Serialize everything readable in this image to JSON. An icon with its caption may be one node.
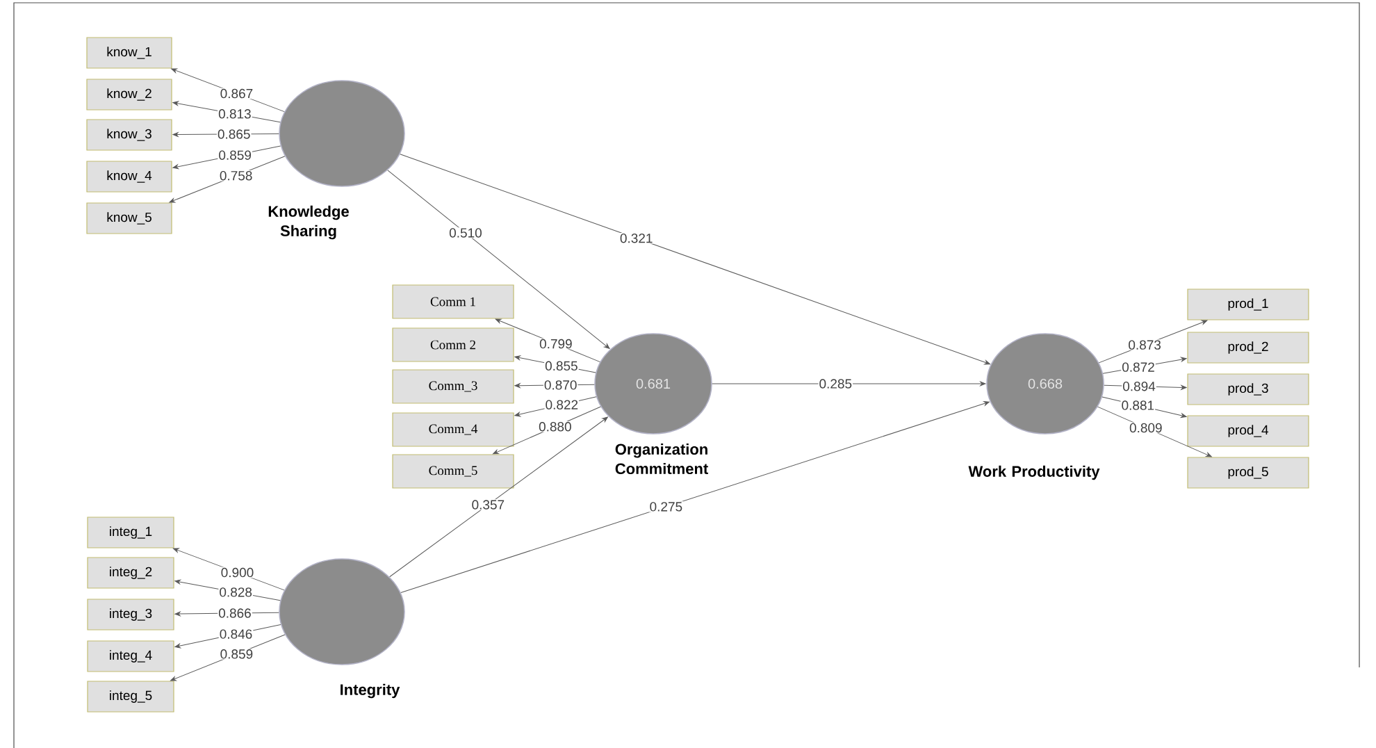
{
  "diagram": {
    "nodes": [
      {
        "text": [],
        "shape": "circle",
        "beside": [
          "Knowledge Sharing"
        ]
      },
      {
        "text": [
          "0.681"
        ],
        "beside": [
          "Organization Commitment"
        ]
      },
      {
        "text": [
          "0.668"
        ],
        "beside": [
          "Work Productivity"
        ]
      },
      {
        "text": [],
        "shape": "circle",
        "beside": [
          "Integrity"
        ]
      },
      {
        "text": [
          "know_1"
        ]
      },
      {
        "text": [
          "know_2"
        ]
      },
      {
        "text": [
          "know_3"
        ]
      },
      {
        "text": [
          "know_4"
        ]
      },
      {
        "text": [
          "know_5"
        ]
      },
      {
        "text": [
          "Comm 1"
        ]
      },
      {
        "text": [
          "Comm 2"
        ]
      },
      {
        "text": [
          "Comm_3"
        ]
      },
      {
        "text": [
          "Comm_4"
        ]
      },
      {
        "text": [
          "Comm_5"
        ]
      },
      {
        "text": [
          "integ_1"
        ]
      },
      {
        "text": [
          "integ_2"
        ]
      },
      {
        "text": [
          "integ_3"
        ]
      },
      {
        "text": [
          "integ_4"
        ]
      },
      {
        "text": [
          "integ_5"
        ]
      },
      {
        "text": [
          "prod_1"
        ]
      },
      {
        "text": [
          "prod_2"
        ]
      },
      {
        "text": [
          "prod_3"
        ]
      },
      {
        "text": [
          "prod_4"
        ]
      },
      {
        "text": [
          "prod_5"
        ]
      }
    ],
    "edges": [
      {
        "from": 0,
        "to": 1,
        "arrow": "to",
        "label": "0.510"
      },
      {
        "from": 0,
        "to": 2,
        "arrow": "to",
        "label": "0.321"
      },
      {
        "from": 1,
        "to": 2,
        "arrow": "to",
        "label": "0.285"
      },
      {
        "from": 3,
        "to": 1,
        "arrow": "to",
        "label": "0.357"
      },
      {
        "from": 3,
        "to": 2,
        "arrow": "to",
        "label": "0.275"
      },
      {
        "from": 0,
        "to": 4,
        "arrow": "to",
        "label": "0.867"
      },
      {
        "from": 0,
        "to": 5,
        "arrow": "to",
        "label": "0.813"
      },
      {
        "from": 0,
        "to": 6,
        "arrow": "to",
        "label": "0.865"
      },
      {
        "from": 0,
        "to": 7,
        "arrow": "to",
        "label": "0.859"
      },
      {
        "from": 0,
        "to": 8,
        "arrow": "to",
        "label": "0.758"
      },
      {
        "from": 1,
        "to": 9,
        "arrow": "to",
        "label": "0.799"
      },
      {
        "from": 1,
        "to": 10,
        "arrow": "to",
        "label": "0.855"
      },
      {
        "from": 1,
        "to": 11,
        "arrow": "to",
        "label": "0.870"
      },
      {
        "from": 1,
        "to": 12,
        "arrow": "to",
        "label": "0.822"
      },
      {
        "from": 1,
        "to": 13,
        "arrow": "to",
        "label": "0.880"
      },
      {
        "from": 3,
        "to": 14,
        "arrow": "to",
        "label": "0.900"
      },
      {
        "from": 3,
        "to": 15,
        "arrow": "to",
        "label": "0.828"
      },
      {
        "from": 3,
        "to": 16,
        "arrow": "to",
        "label": "0.866"
      },
      {
        "from": 3,
        "to": 17,
        "arrow": "to",
        "label": "0.846"
      },
      {
        "from": 3,
        "to": 18,
        "arrow": "to",
        "label": "0.859"
      },
      {
        "from": 2,
        "to": 19,
        "arrow": "to",
        "label": "0.873"
      },
      {
        "from": 2,
        "to": 20,
        "arrow": "to",
        "label": "0.872"
      },
      {
        "from": 2,
        "to": 21,
        "arrow": "to",
        "label": "0.894"
      },
      {
        "from": 2,
        "to": 22,
        "arrow": "to",
        "label": "0.881"
      },
      {
        "from": 2,
        "to": 23,
        "arrow": "to",
        "label": "0.809"
      }
    ]
  }
}
